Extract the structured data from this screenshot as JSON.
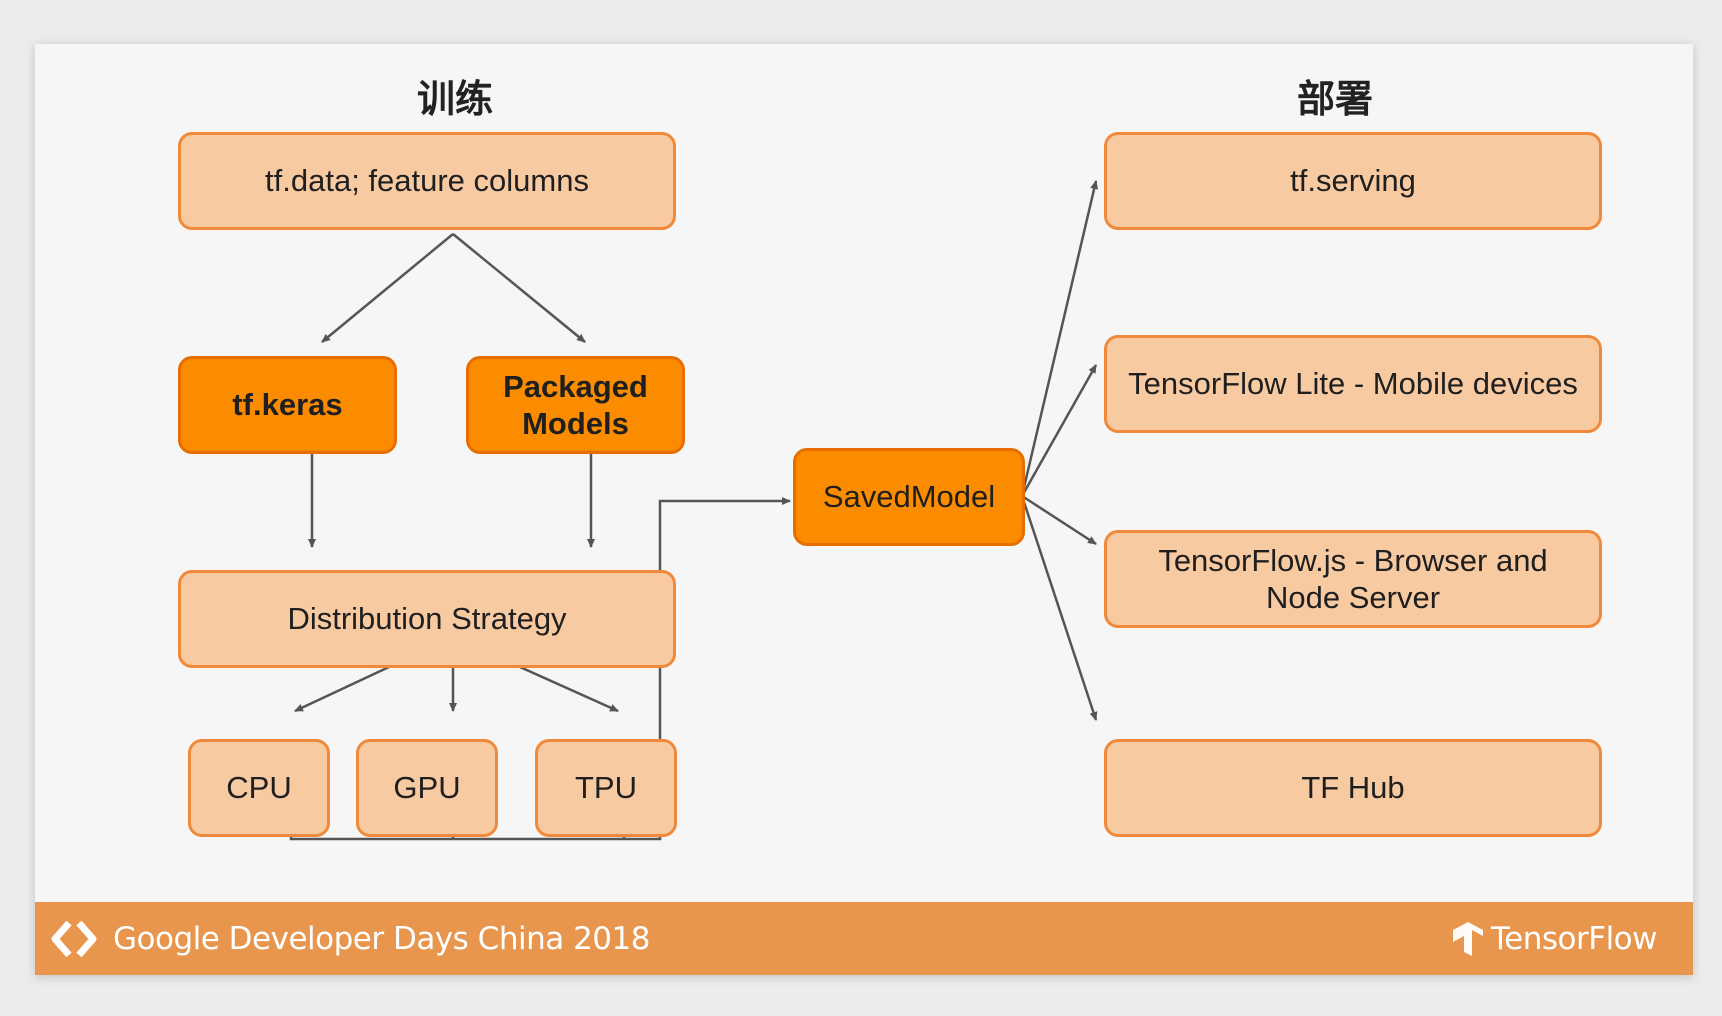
{
  "sections": {
    "train_heading": "训练",
    "deploy_heading": "部署"
  },
  "training": {
    "input": "tf.data; feature columns",
    "keras": "tf.keras",
    "packaged_models": "Packaged Models",
    "distribution": "Distribution Strategy",
    "devices": [
      "CPU",
      "GPU",
      "TPU"
    ]
  },
  "hub_node": "SavedModel",
  "deployment": {
    "serving": "tf.serving",
    "lite": "TensorFlow Lite - Mobile devices",
    "js": "TensorFlow.js - Browser and Node Server",
    "hub": "TF Hub"
  },
  "footer": {
    "event": "Google Developer Days China 2018",
    "brand": "TensorFlow"
  },
  "colors": {
    "light_box": "#f8caa1",
    "light_border": "#f08a3a",
    "dark_box": "#fb8c00",
    "footer_bar": "#e8954d",
    "connector": "#555555"
  }
}
